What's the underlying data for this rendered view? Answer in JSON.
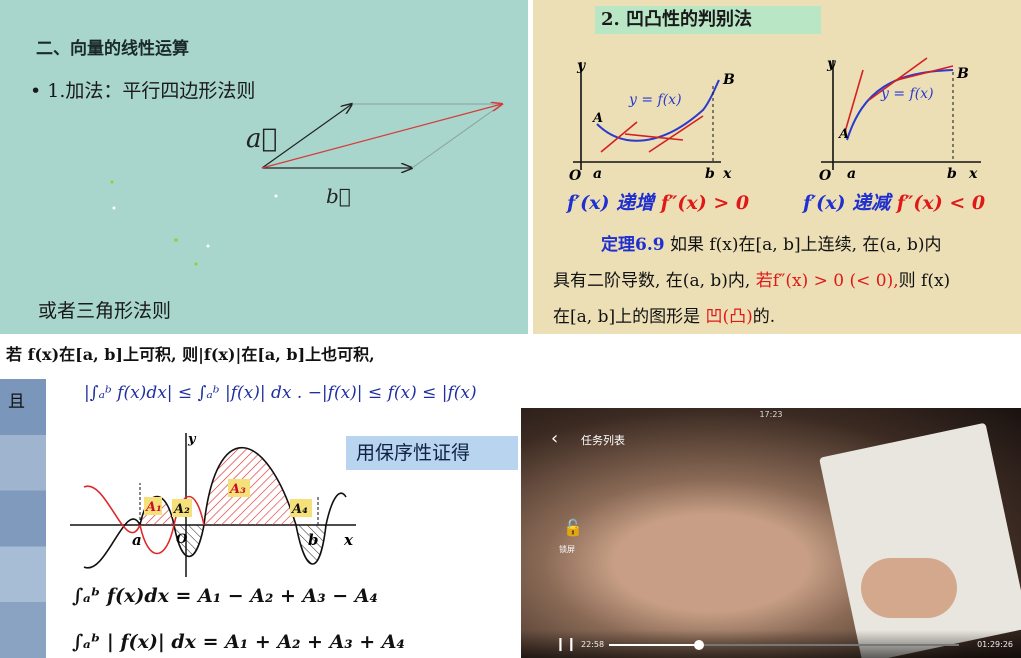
{
  "vector_slide": {
    "heading": "二、向量的线性运算",
    "bullet": "• 1.加法：平行四边形法则",
    "vec_a": "a⃗",
    "vec_b": "b⃗",
    "footer": "或者三角形法则",
    "colors": {
      "background": "#a8d6cc",
      "sum_vector": "#d83a3a"
    }
  },
  "convexity_slide": {
    "title": "2. 凹凸性的判别法",
    "left_graph": {
      "curve_label": "y = f(x)",
      "point_a": "A",
      "point_b": "B",
      "origin": "O",
      "x_a": "a",
      "x_b": "b",
      "x_axis": "x",
      "y_axis": "y"
    },
    "right_graph": {
      "curve_label": "y = f(x)",
      "point_a": "A",
      "point_b": "B",
      "origin": "O",
      "x_a": "a",
      "x_b": "b",
      "x_axis": "x",
      "y_axis": "y"
    },
    "cond_left_prefix": "f′(x) 递增",
    "cond_left_suffix": "f″(x) > 0",
    "cond_right_prefix": "f′(x) 递减",
    "cond_right_suffix": "f″(x) < 0",
    "theorem_label": "定理6.9",
    "line1_rest": "如果 f(x)在[a, b]上连续, 在(a, b)内",
    "line2_start": "具有二阶导数, 在(a, b)内, ",
    "line2_red": "若f″(x) > 0 (< 0),",
    "line2_end": "则 f(x)",
    "line3_start": "在[a, b]上的图形是",
    "line3_red": "凹(凸)",
    "line3_end": "的."
  },
  "integral_slide": {
    "top_line": "若 f(x)在[a, b]上可积, 则|f(x)|在[a, b]上也可积,",
    "qie": "且",
    "inequality": "|∫ₐᵇ f(x)dx| ≤ ∫ₐᵇ |f(x)| dx .  −|f(x)| ≤ f(x) ≤ |f(x)",
    "method": "用保序性证得",
    "graph": {
      "y_axis": "y",
      "x_axis": "x",
      "a": "a",
      "b": "b",
      "origin": "O",
      "areas": [
        "A₁",
        "A₂",
        "A₃",
        "A₄"
      ]
    },
    "formula1": "∫ₐᵇ f(x)dx = A₁ − A₂ + A₃ − A₄",
    "formula2": "∫ₐᵇ | f(x)| dx = A₁ + A₂ + A₃ + A₄"
  },
  "video_player": {
    "clock": "17:23",
    "title": "任务列表",
    "lock_label": "锁屏",
    "current_time": "22:58",
    "duration": "01:29:26",
    "progress": 0.257
  }
}
